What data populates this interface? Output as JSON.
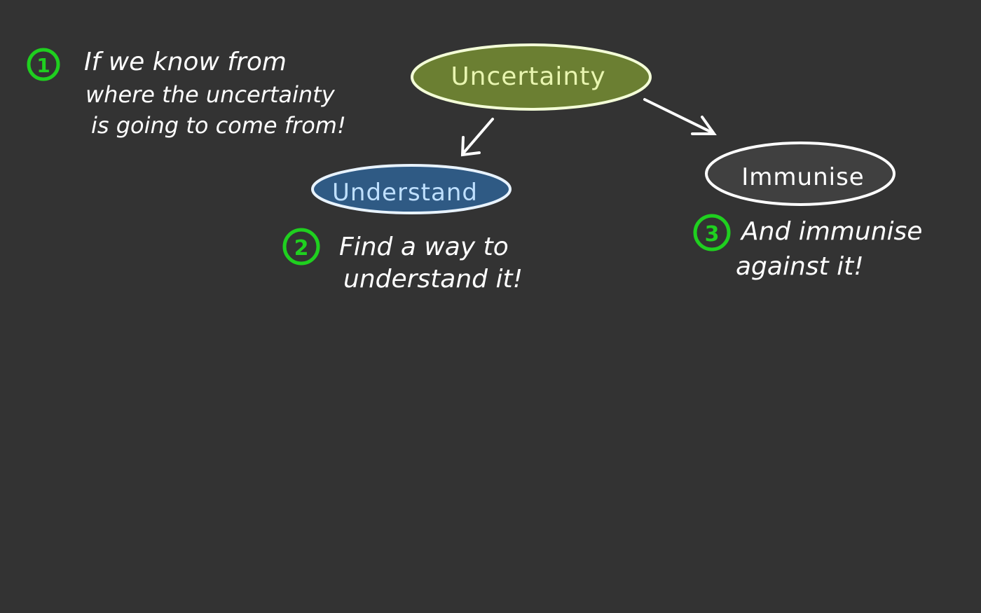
{
  "nodes": {
    "uncertainty": {
      "label": "Uncertainty",
      "fill": "#6b7f32",
      "stroke": "#f4ffd8",
      "text_color": "#e8f5b0"
    },
    "understand": {
      "label": "Understand",
      "fill": "#2f5a84",
      "stroke": "#e8f3ff",
      "text_color": "#bfe0ff"
    },
    "immunise": {
      "label": "Immunise",
      "fill": "#404040",
      "stroke": "#ffffff",
      "text_color": "#ffffff"
    }
  },
  "notes": {
    "one": {
      "number": "1",
      "lines": [
        "If we know from",
        "where the uncertainty",
        "is going to come from!"
      ]
    },
    "two": {
      "number": "2",
      "lines": [
        "Find a way to",
        "understand it!"
      ]
    },
    "three": {
      "number": "3",
      "lines": [
        "And immunise",
        "against it!"
      ]
    }
  },
  "colors": {
    "background": "#333333",
    "number_circle": "#1fd01f",
    "ink": "#ffffff"
  }
}
